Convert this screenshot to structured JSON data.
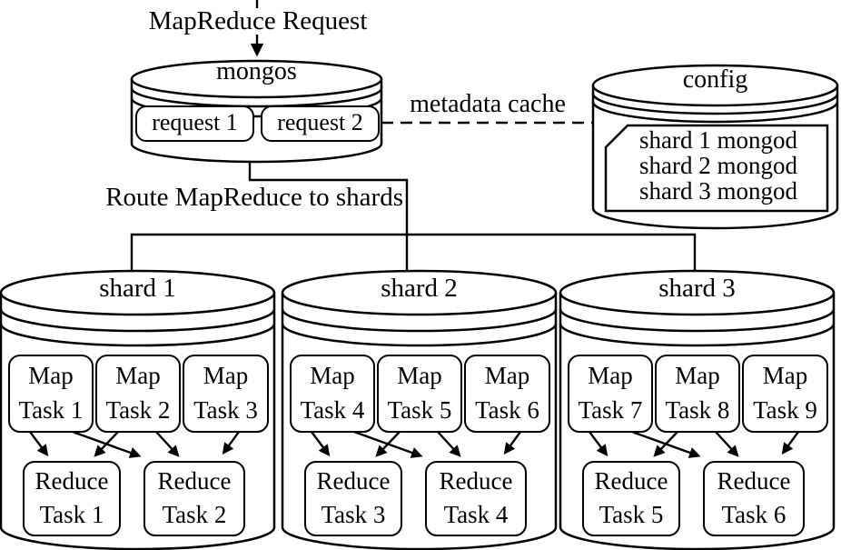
{
  "labels": {
    "request_flow": "MapReduce Request",
    "metadata_cache": "metadata cache",
    "route": "Route MapReduce to shards"
  },
  "mongos": {
    "title": "mongos",
    "requests": [
      "request 1",
      "request 2"
    ]
  },
  "config": {
    "title": "config",
    "mongod_entries": [
      "shard 1 mongod",
      "shard 2 mongod",
      "shard 3 mongod"
    ]
  },
  "shards": [
    {
      "title": "shard 1",
      "map_tasks": [
        {
          "line1": "Map",
          "line2": "Task 1"
        },
        {
          "line1": "Map",
          "line2": "Task 2"
        },
        {
          "line1": "Map",
          "line2": "Task 3"
        }
      ],
      "reduce_tasks": [
        {
          "line1": "Reduce",
          "line2": "Task 1"
        },
        {
          "line1": "Reduce",
          "line2": "Task 2"
        }
      ]
    },
    {
      "title": "shard 2",
      "map_tasks": [
        {
          "line1": "Map",
          "line2": "Task 4"
        },
        {
          "line1": "Map",
          "line2": "Task 5"
        },
        {
          "line1": "Map",
          "line2": "Task 6"
        }
      ],
      "reduce_tasks": [
        {
          "line1": "Reduce",
          "line2": "Task 3"
        },
        {
          "line1": "Reduce",
          "line2": "Task 4"
        }
      ]
    },
    {
      "title": "shard 3",
      "map_tasks": [
        {
          "line1": "Map",
          "line2": "Task 7"
        },
        {
          "line1": "Map",
          "line2": "Task 8"
        },
        {
          "line1": "Map",
          "line2": "Task 9"
        }
      ],
      "reduce_tasks": [
        {
          "line1": "Reduce",
          "line2": "Task 5"
        },
        {
          "line1": "Reduce",
          "line2": "Task 6"
        }
      ]
    }
  ]
}
